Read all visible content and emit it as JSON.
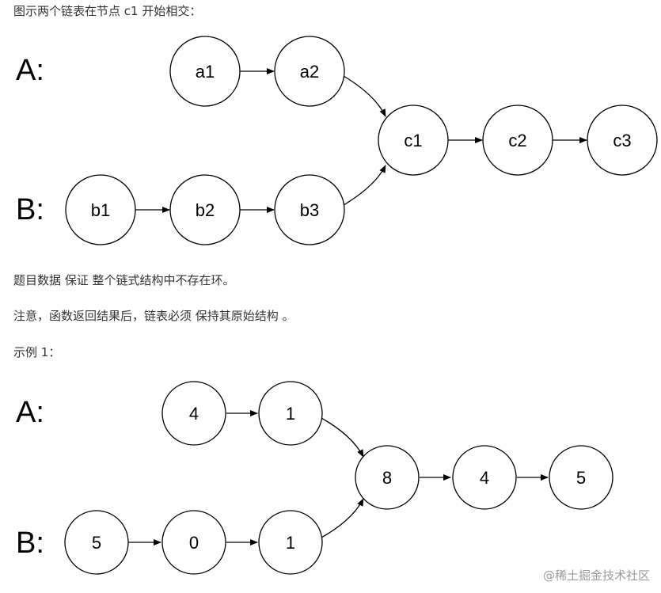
{
  "intro_text": "图示两个链表在节点 c1 开始相交：",
  "figure1": {
    "list_a_label": "A:",
    "list_b_label": "B:",
    "list_a_nodes": [
      "a1",
      "a2"
    ],
    "list_b_nodes": [
      "b1",
      "b2",
      "b3"
    ],
    "shared_nodes": [
      "c1",
      "c2",
      "c3"
    ]
  },
  "guarantee_text": "题目数据 保证 整个链式结构中不存在环。",
  "note_text": "注意，函数返回结果后，链表必须 保持其原始结构 。",
  "example_title": "示例 1：",
  "figure2": {
    "list_a_label": "A:",
    "list_b_label": "B:",
    "list_a_nodes": [
      "4",
      "1"
    ],
    "list_b_nodes": [
      "5",
      "0",
      "1"
    ],
    "shared_nodes": [
      "8",
      "4",
      "5"
    ]
  },
  "watermark": "@稀土掘金技术社区"
}
